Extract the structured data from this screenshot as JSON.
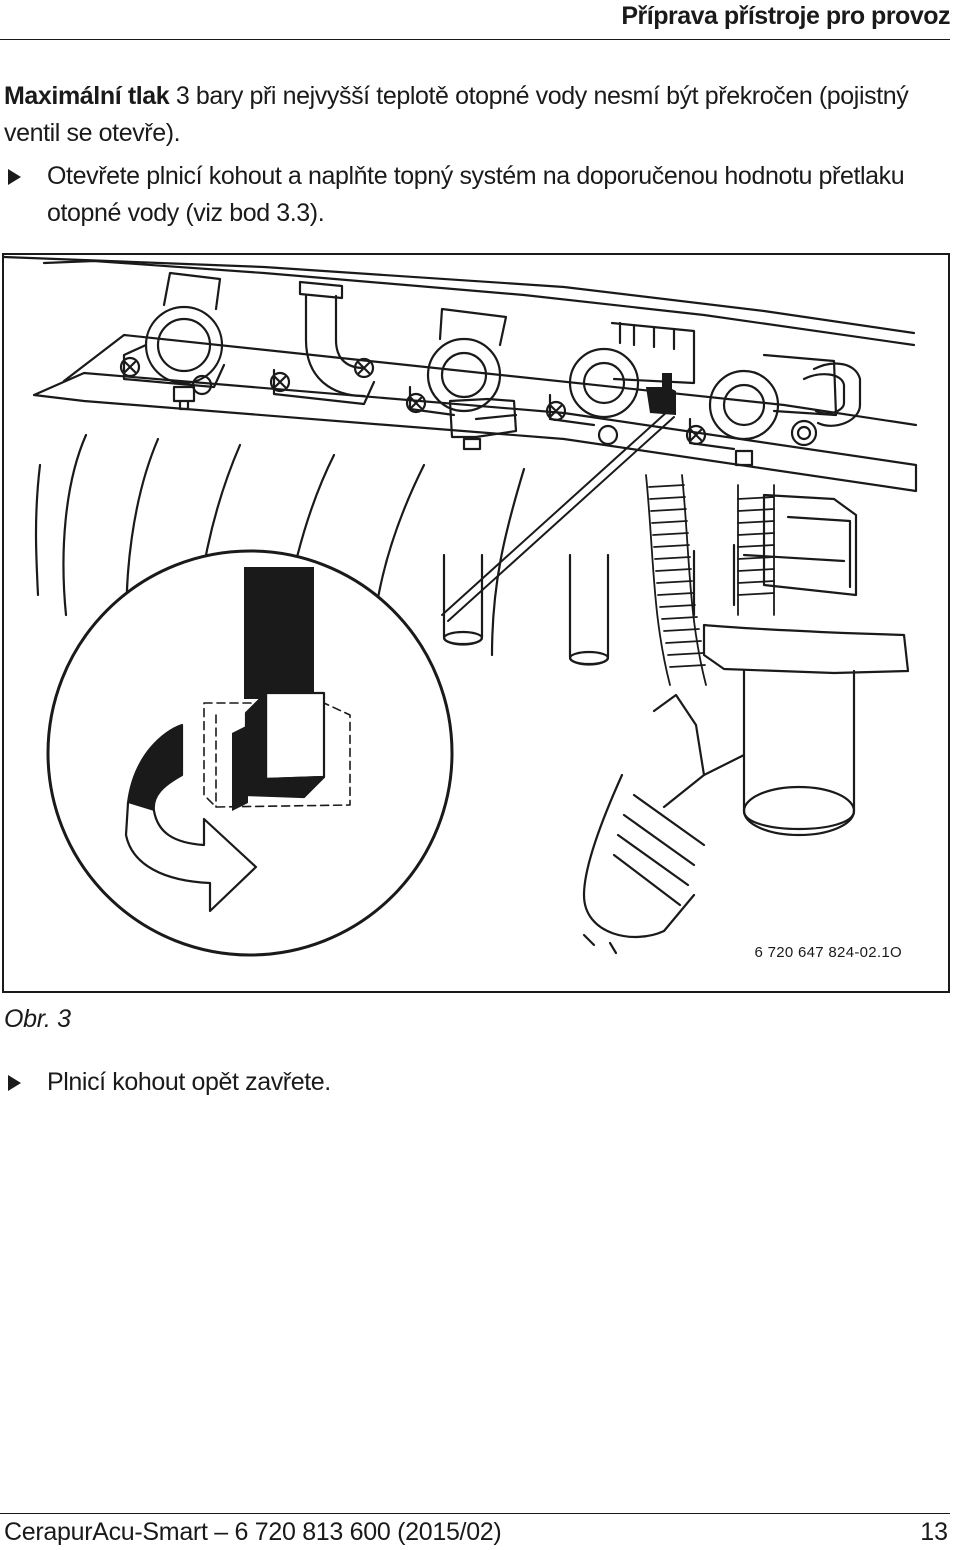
{
  "header": {
    "title": "Příprava přístroje pro provoz"
  },
  "intro": {
    "bold_lead": "Maximální tlak",
    "text": " 3 bary při nejvyšší teplotě otopné vody nesmí být překročen (pojistný ventil se otevře)."
  },
  "steps": [
    {
      "text": "Otevřete plnicí kohout a naplňte topný systém na doporučenou hodnotu přetlaku otopné vody (viz bod 3.3)."
    },
    {
      "text": "Plnicí kohout opět zavřete."
    }
  ],
  "figure": {
    "code": "6 720 647 824-02.1O",
    "caption": "Obr. 3"
  },
  "footer": {
    "document": "CerapurAcu-Smart – 6 720 813 600 (2015/02)",
    "page_number": "13"
  }
}
